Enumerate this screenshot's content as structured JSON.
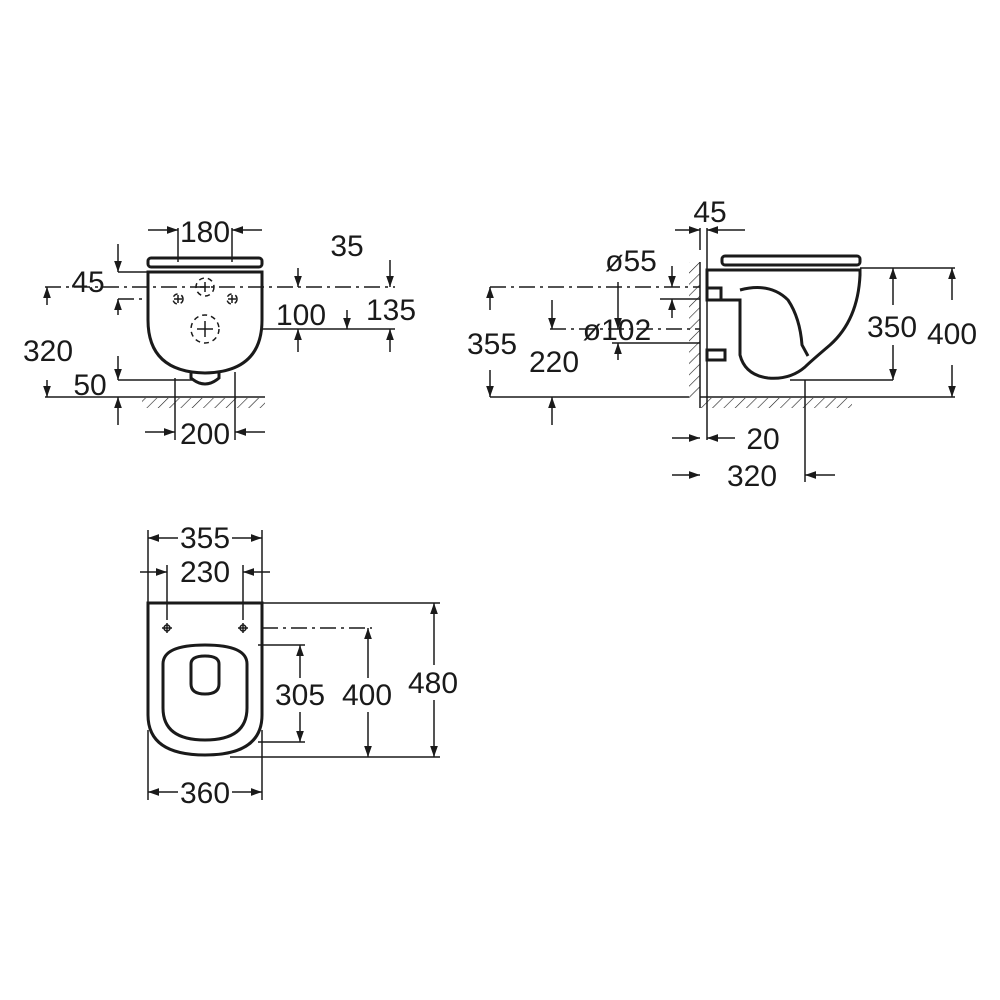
{
  "front_view": {
    "dims": {
      "fixing_spacing": "180",
      "seat_height": "45",
      "pipe_offset": "35",
      "upper_height": "135",
      "inlet_spacing": "100",
      "fixing_height": "320",
      "outlet_height": "50",
      "base_width": "200"
    }
  },
  "side_view": {
    "dims": {
      "wall_gap": "45",
      "inlet_diameter": "ø55",
      "outlet_diameter": "ø102",
      "inlet_height": "355",
      "outlet_height": "220",
      "bowl_height": "350",
      "total_height": "400",
      "wall_clearance": "20",
      "foot_depth": "320"
    }
  },
  "top_view": {
    "dims": {
      "overall_width": "355",
      "fixing_spacing": "230",
      "bowl_width": "360",
      "opening_length": "305",
      "fixing_to_front": "400",
      "overall_length": "480"
    }
  }
}
